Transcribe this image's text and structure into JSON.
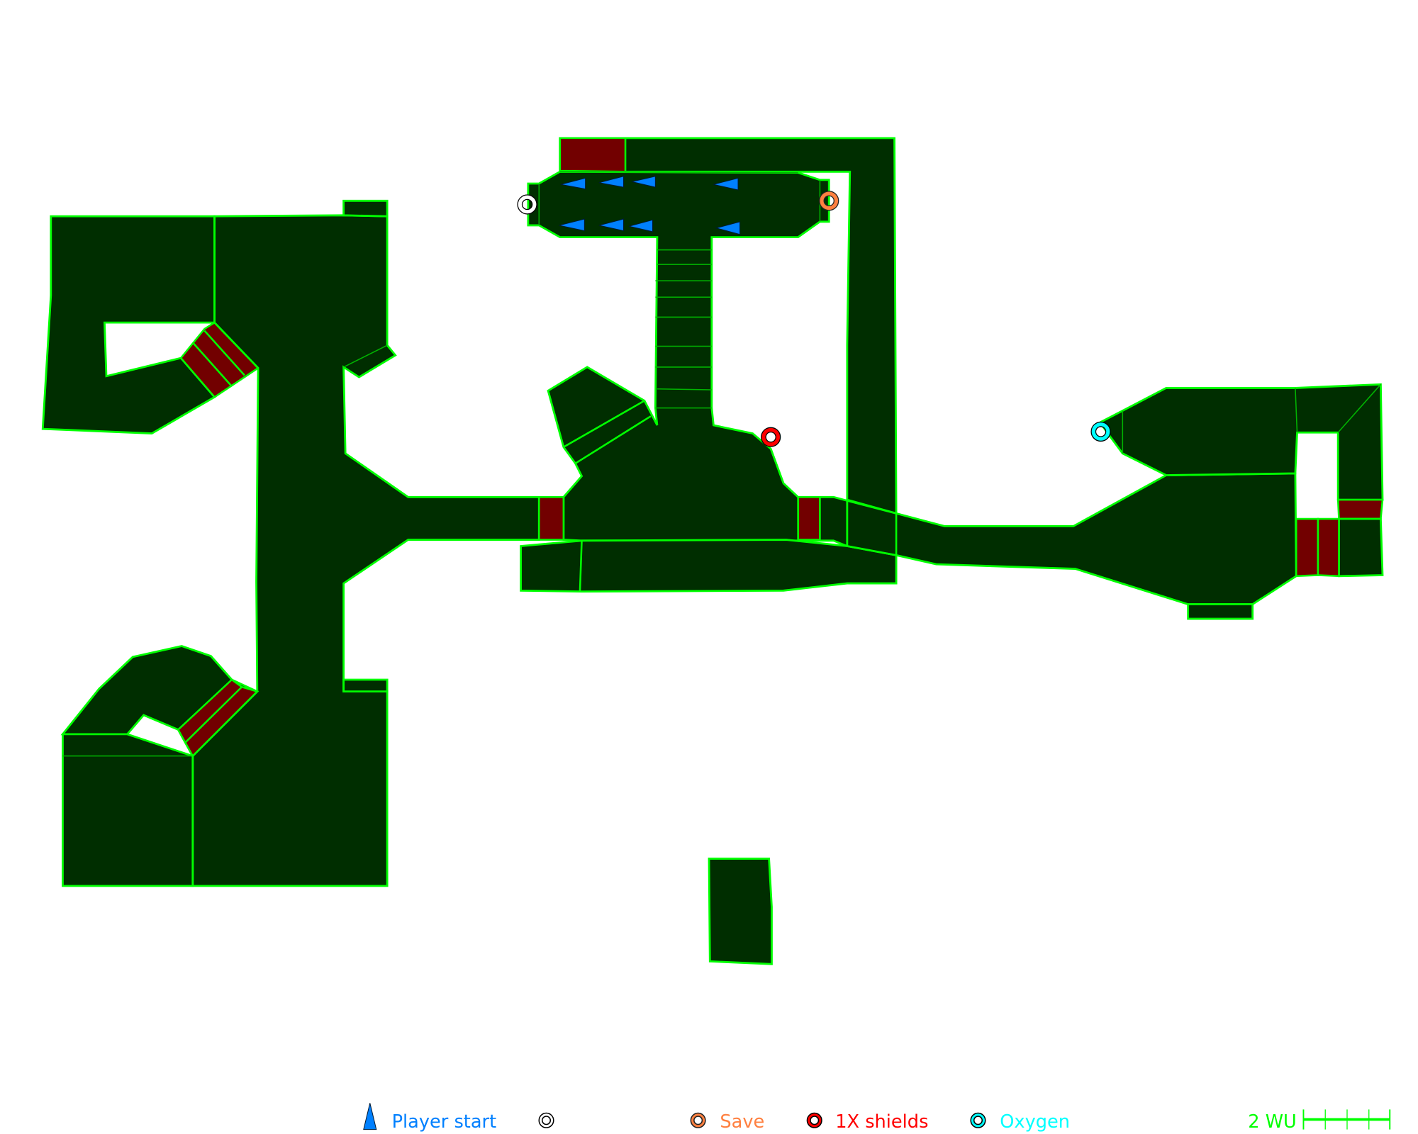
{
  "map": {
    "colors": {
      "floor": "#002e00",
      "wall": "#00ff00",
      "door": "#720000",
      "player_start": "#0080ff",
      "save": "#ff8040",
      "shields": "#ff0000",
      "oxygen": "#00ffff",
      "unknown": "#ffffff"
    }
  },
  "legend": {
    "player_start": "Player start",
    "unknown": "",
    "save": "Save",
    "shields": "1X shields",
    "oxygen": "Oxygen",
    "scale": "2 WU"
  }
}
